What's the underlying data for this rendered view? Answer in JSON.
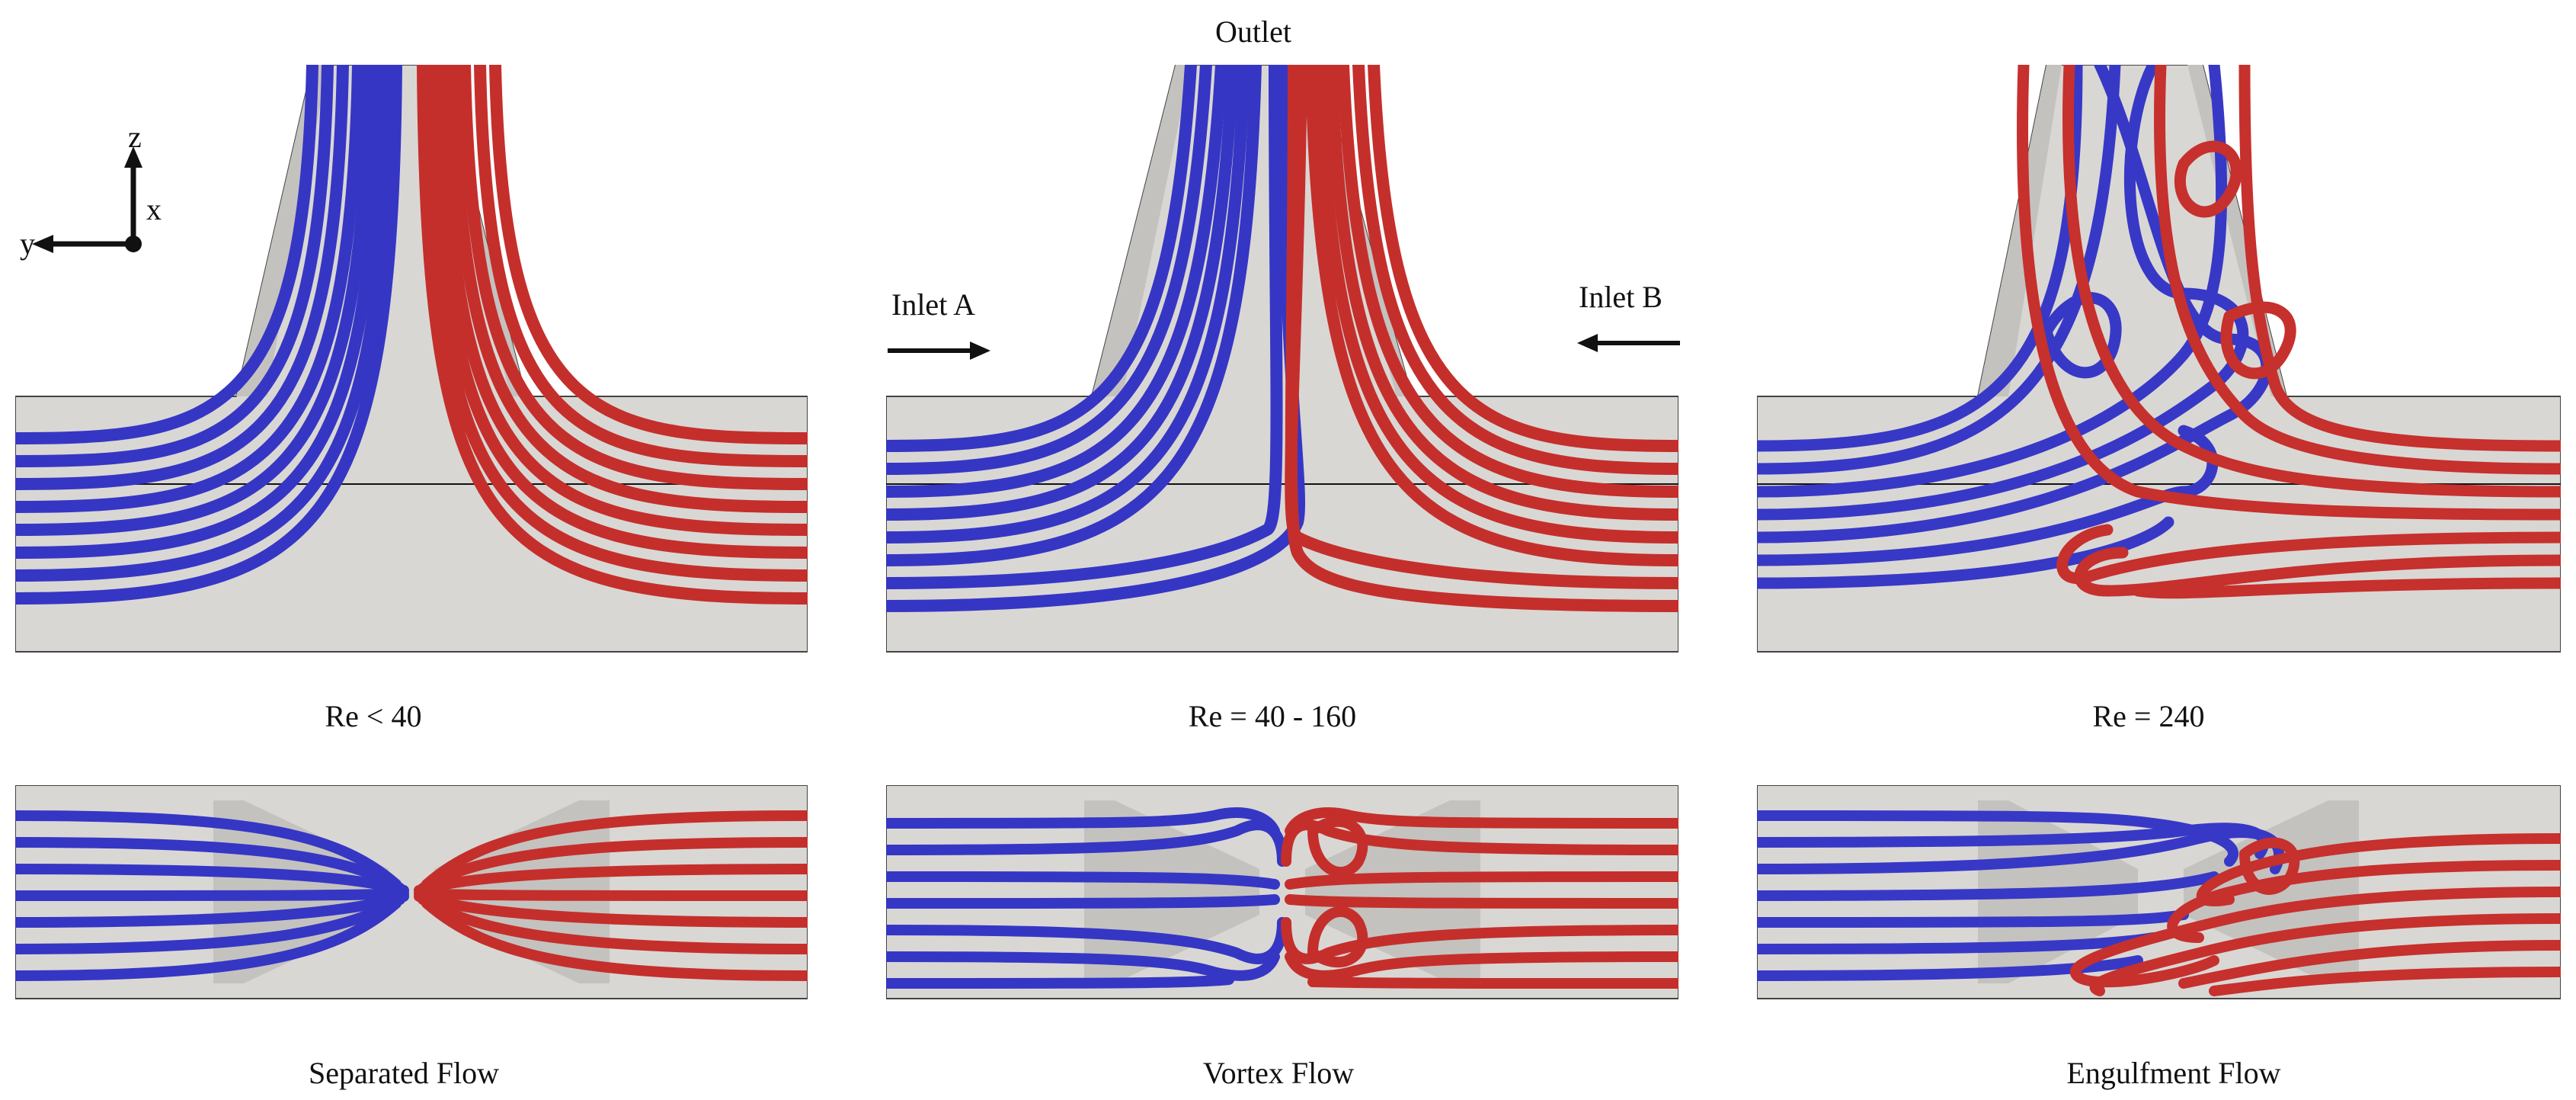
{
  "labels": {
    "outlet": "Outlet",
    "inlet_a": "Inlet A",
    "inlet_b": "Inlet B",
    "axis_z": "z",
    "axis_x": "x",
    "axis_y": "y"
  },
  "panels": [
    {
      "re_label": "Re < 40",
      "regime": "Separated Flow"
    },
    {
      "re_label": "Re = 40 - 160",
      "regime": "Vortex Flow"
    },
    {
      "re_label": "Re = 240",
      "regime": "Engulfment Flow"
    }
  ],
  "colors": {
    "inlet_a_stream": "#3b3bc8",
    "inlet_b_stream": "#c8302e",
    "channel_wall": "#d8d6d3",
    "channel_edge": "#555555"
  }
}
